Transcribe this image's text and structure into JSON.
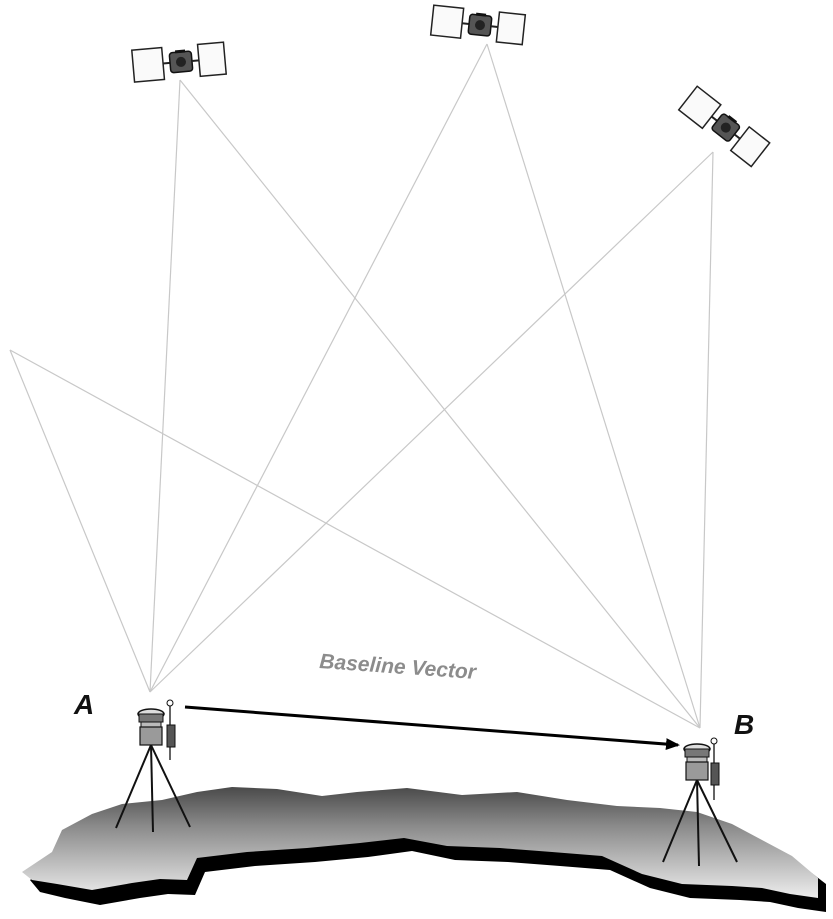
{
  "diagram": {
    "labels": {
      "point_a": "A",
      "point_b": "B",
      "baseline": "Baseline Vector"
    },
    "colors": {
      "signal_line": "#c8c8c8",
      "terrain_light": "#e6e6e6",
      "terrain_dark": "#6e6e6e",
      "terrain_shadow": "#000000",
      "vector": "#000000",
      "vector_label": "#8c8c8c"
    },
    "satellites": [
      {
        "name": "satellite-1"
      },
      {
        "name": "satellite-2"
      },
      {
        "name": "satellite-3"
      },
      {
        "name": "satellite-4 (off-frame, left)"
      }
    ],
    "receivers": [
      {
        "name": "receiver-a"
      },
      {
        "name": "receiver-b"
      }
    ]
  }
}
